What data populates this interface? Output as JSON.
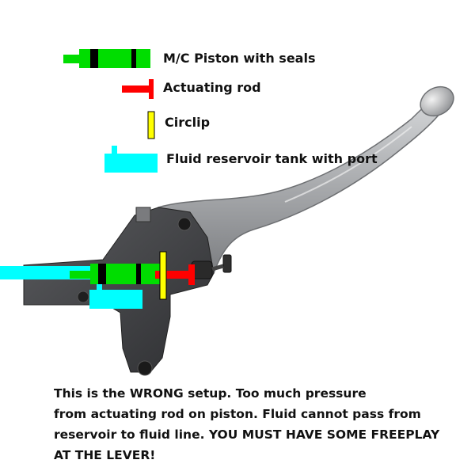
{
  "legend": [
    {
      "key": "piston",
      "label": "M/C Piston with seals"
    },
    {
      "key": "rod",
      "label": "Actuating rod"
    },
    {
      "key": "circlip",
      "label": "Circlip"
    },
    {
      "key": "reservoir",
      "label": "Fluid reservoir tank with port"
    }
  ],
  "caption": {
    "line1": "This is the WRONG setup. Too much pressure",
    "line2": "from actuating rod on piston. Fluid cannot pass from",
    "line3": "reservoir to fluid line. YOU MUST HAVE SOME FREEPLAY",
    "line4": "AT THE LEVER!"
  },
  "colors": {
    "piston": "#00dd00",
    "seal": "#000000",
    "rod": "#ff0000",
    "circlip": "#ffff00",
    "reservoir": "#00ffff",
    "lever_metal": "#a9abae",
    "body_dark": "#3e3f42"
  }
}
